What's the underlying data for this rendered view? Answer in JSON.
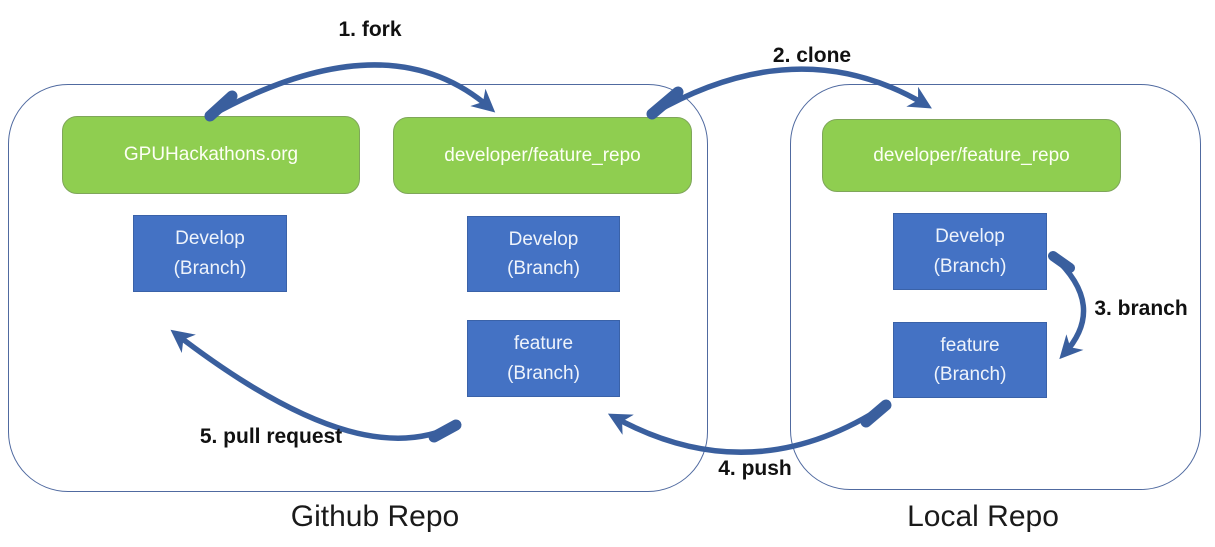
{
  "colors": {
    "repo_box_green": "#8FCE50",
    "branch_box_blue": "#4472C4",
    "arrow_blue": "#3A5F9E",
    "container_border_blue": "#3D5A96",
    "label_text": "#111111"
  },
  "containers": {
    "github": {
      "title": "Github Repo"
    },
    "local": {
      "title": "Local Repo"
    }
  },
  "repo_boxes": [
    {
      "label": "GPUHackathons.org"
    },
    {
      "label": "developer/feature_repo"
    },
    {
      "label": "developer/feature_repo"
    }
  ],
  "branch_boxes": [
    {
      "line1": "Develop",
      "line2": "(Branch)"
    },
    {
      "line1": "Develop",
      "line2": "(Branch)"
    },
    {
      "line1": "feature",
      "line2": "(Branch)"
    },
    {
      "line1": "Develop",
      "line2": "(Branch)"
    },
    {
      "line1": "feature",
      "line2": "(Branch)"
    }
  ],
  "arrows": [
    {
      "step": "1. fork"
    },
    {
      "step": "2. clone"
    },
    {
      "step": "3. branch"
    },
    {
      "step": "4. push"
    },
    {
      "step": "5. pull request"
    }
  ]
}
